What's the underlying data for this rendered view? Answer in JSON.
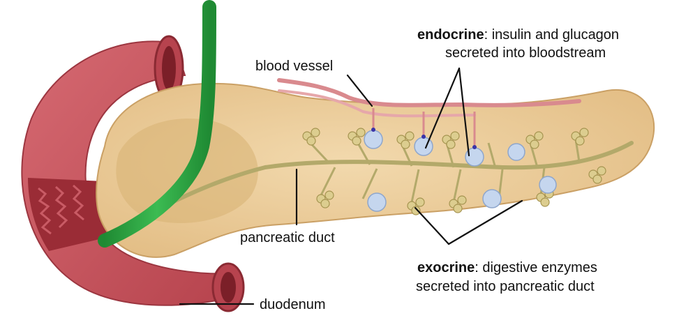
{
  "labels": {
    "blood_vessel": "blood vessel",
    "endocrine_term": "endocrine",
    "endocrine_rest": ": insulin and glucagon",
    "endocrine_line2": "secreted into bloodstream",
    "pancreatic_duct": "pancreatic duct",
    "exocrine_term": "exocrine",
    "exocrine_rest": ": digestive enzymes",
    "exocrine_line2": "secreted into pancreatic duct",
    "duodenum": "duodenum"
  },
  "colors": {
    "duodenum": "#c7565f",
    "duodenum_dark": "#8e2731",
    "pancreas": "#ecca96",
    "pancreas_shadow": "#d7ae73",
    "duct": "#b5ad6c",
    "bile_duct": "#2b9a3e",
    "blood_vessel": "#d98a8e",
    "islet": "#bccfe8",
    "acini": "#d6c98a"
  }
}
